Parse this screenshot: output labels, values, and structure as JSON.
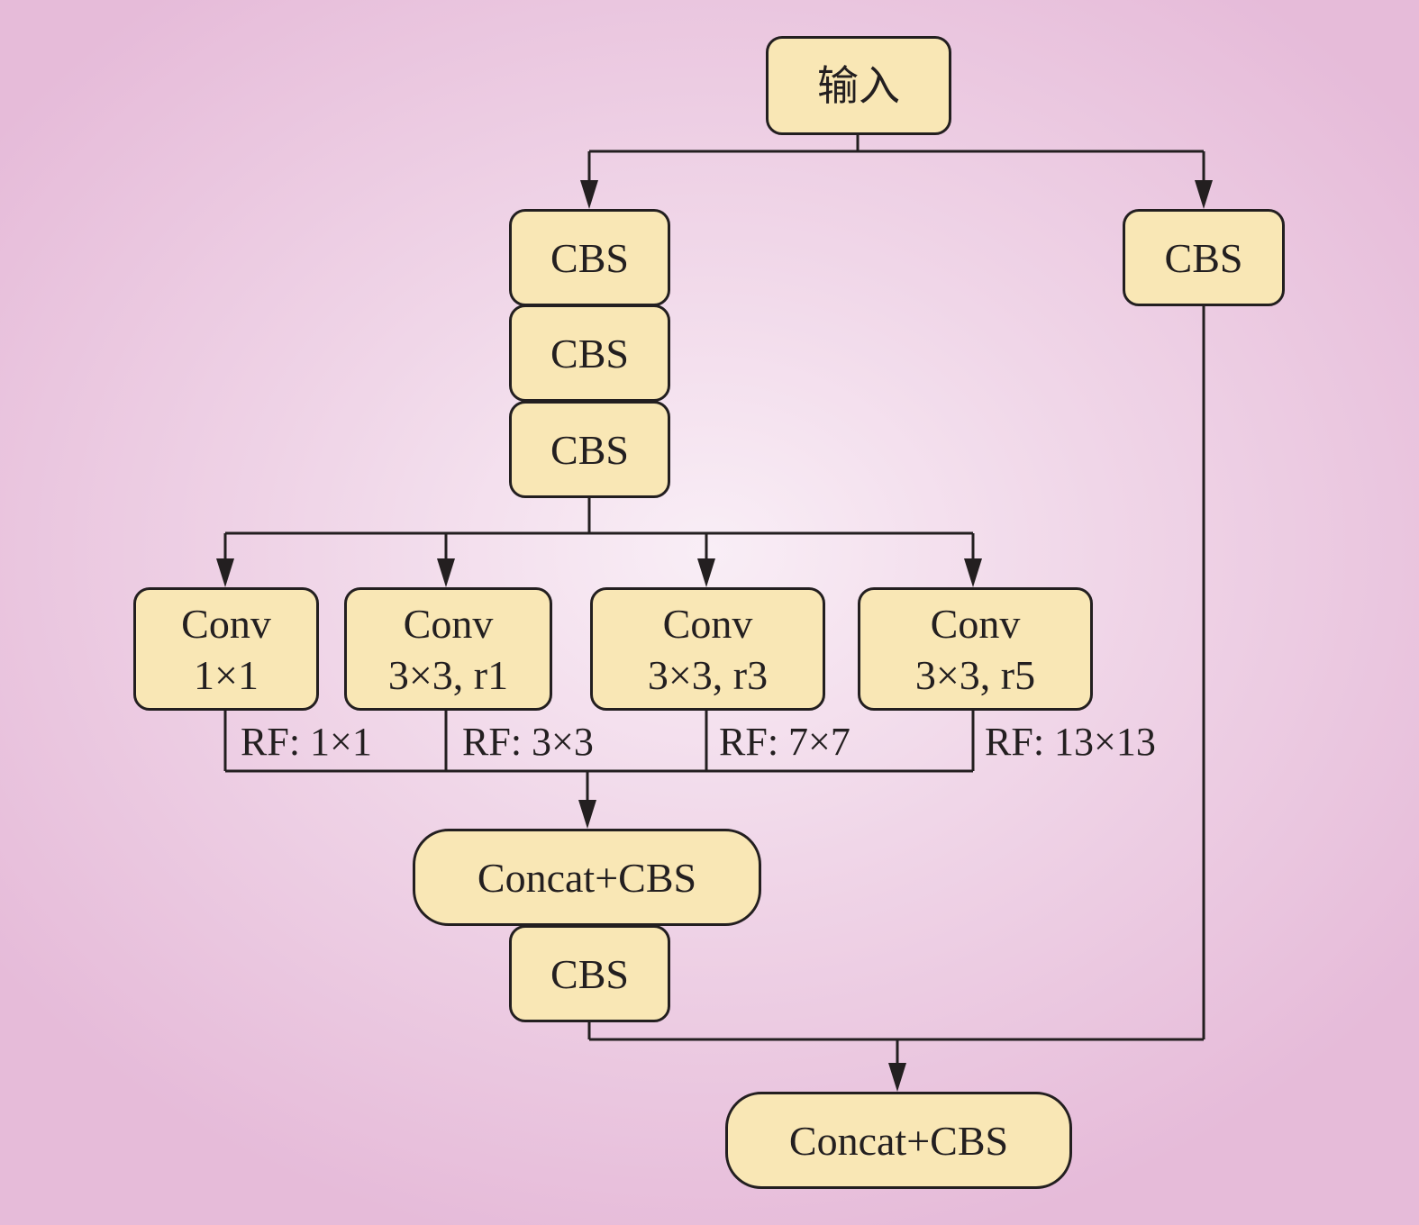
{
  "nodes": {
    "input": "输入",
    "cbs_1": "CBS",
    "cbs_2": "CBS",
    "cbs_3": "CBS",
    "cbs_right": "CBS",
    "conv_a": {
      "line1": "Conv",
      "line2": "1×1"
    },
    "conv_b": {
      "line1": "Conv",
      "line2": "3×3, r1"
    },
    "conv_c": {
      "line1": "Conv",
      "line2": "3×3, r3"
    },
    "conv_d": {
      "line1": "Conv",
      "line2": "3×3, r5"
    },
    "concat_cbs_1": "Concat+CBS",
    "cbs_4": "CBS",
    "concat_cbs_2": "Concat+CBS"
  },
  "rf_labels": [
    "RF: 1×1",
    "RF: 3×3",
    "RF: 7×7",
    "RF: 13×13"
  ],
  "edges": [
    [
      "input",
      "cbs_1"
    ],
    [
      "input",
      "cbs_right"
    ],
    [
      "cbs_1",
      "cbs_2"
    ],
    [
      "cbs_2",
      "cbs_3"
    ],
    [
      "cbs_3",
      "conv_a"
    ],
    [
      "cbs_3",
      "conv_b"
    ],
    [
      "cbs_3",
      "conv_c"
    ],
    [
      "cbs_3",
      "conv_d"
    ],
    [
      "conv_a",
      "concat_cbs_1"
    ],
    [
      "conv_b",
      "concat_cbs_1"
    ],
    [
      "conv_c",
      "concat_cbs_1"
    ],
    [
      "conv_d",
      "concat_cbs_1"
    ],
    [
      "concat_cbs_1",
      "cbs_4"
    ],
    [
      "cbs_4",
      "concat_cbs_2"
    ],
    [
      "cbs_right",
      "concat_cbs_2"
    ]
  ],
  "colors": {
    "node_fill": "#f9e7b5",
    "stroke": "#231f20",
    "background": "#eccbe2"
  }
}
